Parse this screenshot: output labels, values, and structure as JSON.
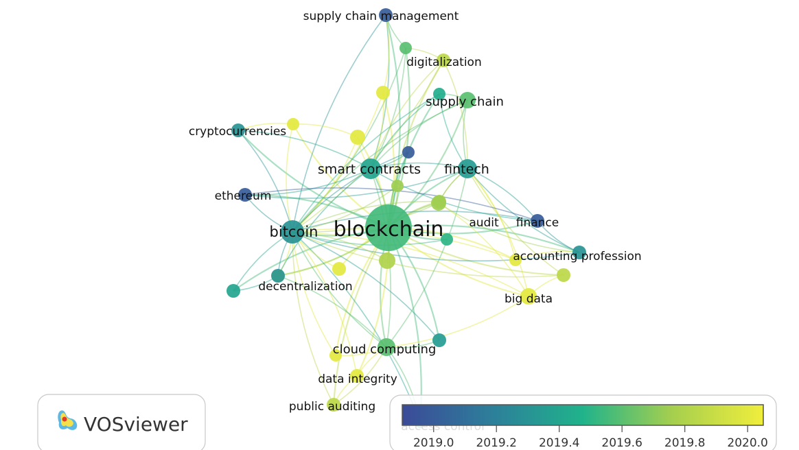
{
  "brand": {
    "name": "VOSviewer"
  },
  "legend": {
    "ticks": [
      "2019.0",
      "2019.2",
      "2019.4",
      "2019.6",
      "2019.8",
      "2020.0"
    ],
    "min": 2018.9,
    "max": 2020.05,
    "colormap": [
      "#3b4a98",
      "#2d7f9a",
      "#20b38b",
      "#a6cf4e",
      "#f0ee3c"
    ]
  },
  "nodes": [
    {
      "id": "blockchain",
      "label": "blockchain",
      "year": 2019.55,
      "weight": 10
    },
    {
      "id": "bitcoin",
      "label": "bitcoin",
      "year": 2019.3,
      "weight": 5
    },
    {
      "id": "smart-contracts",
      "label": "smart contracts",
      "year": 2019.4,
      "weight": 5
    },
    {
      "id": "fintech",
      "label": "fintech",
      "year": 2019.35,
      "weight": 4.5
    },
    {
      "id": "ethereum",
      "label": "ethereum",
      "year": 2019.0,
      "weight": 3
    },
    {
      "id": "cryptocurrencies",
      "label": "cryptocurrencies",
      "year": 2019.3,
      "weight": 3
    },
    {
      "id": "supply-chain-management",
      "label": "supply chain management",
      "year": 2019.0,
      "weight": 3
    },
    {
      "id": "digitalization",
      "label": "digitalization",
      "year": 2019.85,
      "weight": 3
    },
    {
      "id": "supply-chain",
      "label": "supply chain",
      "year": 2019.6,
      "weight": 3.5
    },
    {
      "id": "audit",
      "label": "audit",
      "year": 2019.75,
      "weight": 3
    },
    {
      "id": "finance",
      "label": "finance",
      "year": 2019.0,
      "weight": 3
    },
    {
      "id": "accounting-profession",
      "label": "accounting profession",
      "year": 2019.3,
      "weight": 3
    },
    {
      "id": "big-data",
      "label": "big data",
      "year": 2020.0,
      "weight": 3.5
    },
    {
      "id": "decentralization",
      "label": "decentralization",
      "year": 2019.3,
      "weight": 3
    },
    {
      "id": "cloud-computing",
      "label": "cloud computing",
      "year": 2019.6,
      "weight": 4
    },
    {
      "id": "data-integrity",
      "label": "data integrity",
      "year": 2020.0,
      "weight": 3
    },
    {
      "id": "public-auditing",
      "label": "public auditing",
      "year": 2019.85,
      "weight": 3
    },
    {
      "id": "access-control",
      "label": "access control",
      "year": 2019.4,
      "weight": 2.5
    }
  ],
  "extra_nodes": [
    {
      "id": "n-a",
      "year": 2019.6
    },
    {
      "id": "n-b",
      "year": 2019.45
    },
    {
      "id": "n-c",
      "year": 2020.0
    },
    {
      "id": "n-d",
      "year": 2020.0
    },
    {
      "id": "n-e",
      "year": 2020.0
    },
    {
      "id": "n-f",
      "year": 2019.0
    },
    {
      "id": "n-g",
      "year": 2019.75
    },
    {
      "id": "n-h",
      "year": 2019.75
    },
    {
      "id": "n-i",
      "year": 2019.5
    },
    {
      "id": "n-j",
      "year": 2019.8
    },
    {
      "id": "n-k",
      "year": 2020.0
    },
    {
      "id": "n-l",
      "year": 2020.0
    },
    {
      "id": "n-m",
      "year": 2019.4
    },
    {
      "id": "n-n",
      "year": 2020.0
    },
    {
      "id": "n-o",
      "year": 2019.85
    },
    {
      "id": "n-p",
      "year": 2019.35
    },
    {
      "id": "n-q",
      "year": 2020.0
    }
  ]
}
